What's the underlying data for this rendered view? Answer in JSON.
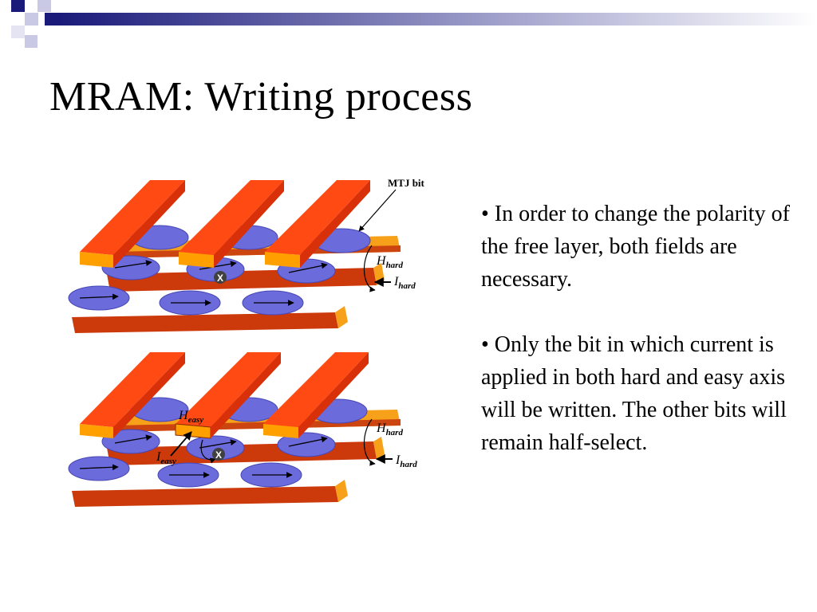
{
  "slide": {
    "title": "MRAM: Writing process",
    "bullets": [
      "• In order to change the polarity of the free layer, both fields are necessary.",
      "• Only the bit in which current is applied in both hard and easy axis will be written. The other bits will remain half-select."
    ]
  },
  "diagram": {
    "mtj_label": "MTJ bit",
    "top": {
      "h_hard": {
        "main": "H",
        "sub": "hard"
      },
      "i_hard": {
        "main": "I",
        "sub": "hard"
      },
      "selected_mark": "X"
    },
    "bottom": {
      "h_easy": {
        "main": "H",
        "sub": "easy"
      },
      "i_easy": {
        "main": "I",
        "sub": "easy"
      },
      "h_hard": {
        "main": "H",
        "sub": "hard"
      },
      "i_hard": {
        "main": "I",
        "sub": "hard"
      },
      "selected_mark": "X"
    }
  },
  "colors": {
    "accent_navy": "#1a1a7a",
    "accent_light": "#c9c9e6",
    "bar_red": "#f23c0f",
    "bar_orange": "#ffa000",
    "disk_blue": "#6b6bdc"
  }
}
